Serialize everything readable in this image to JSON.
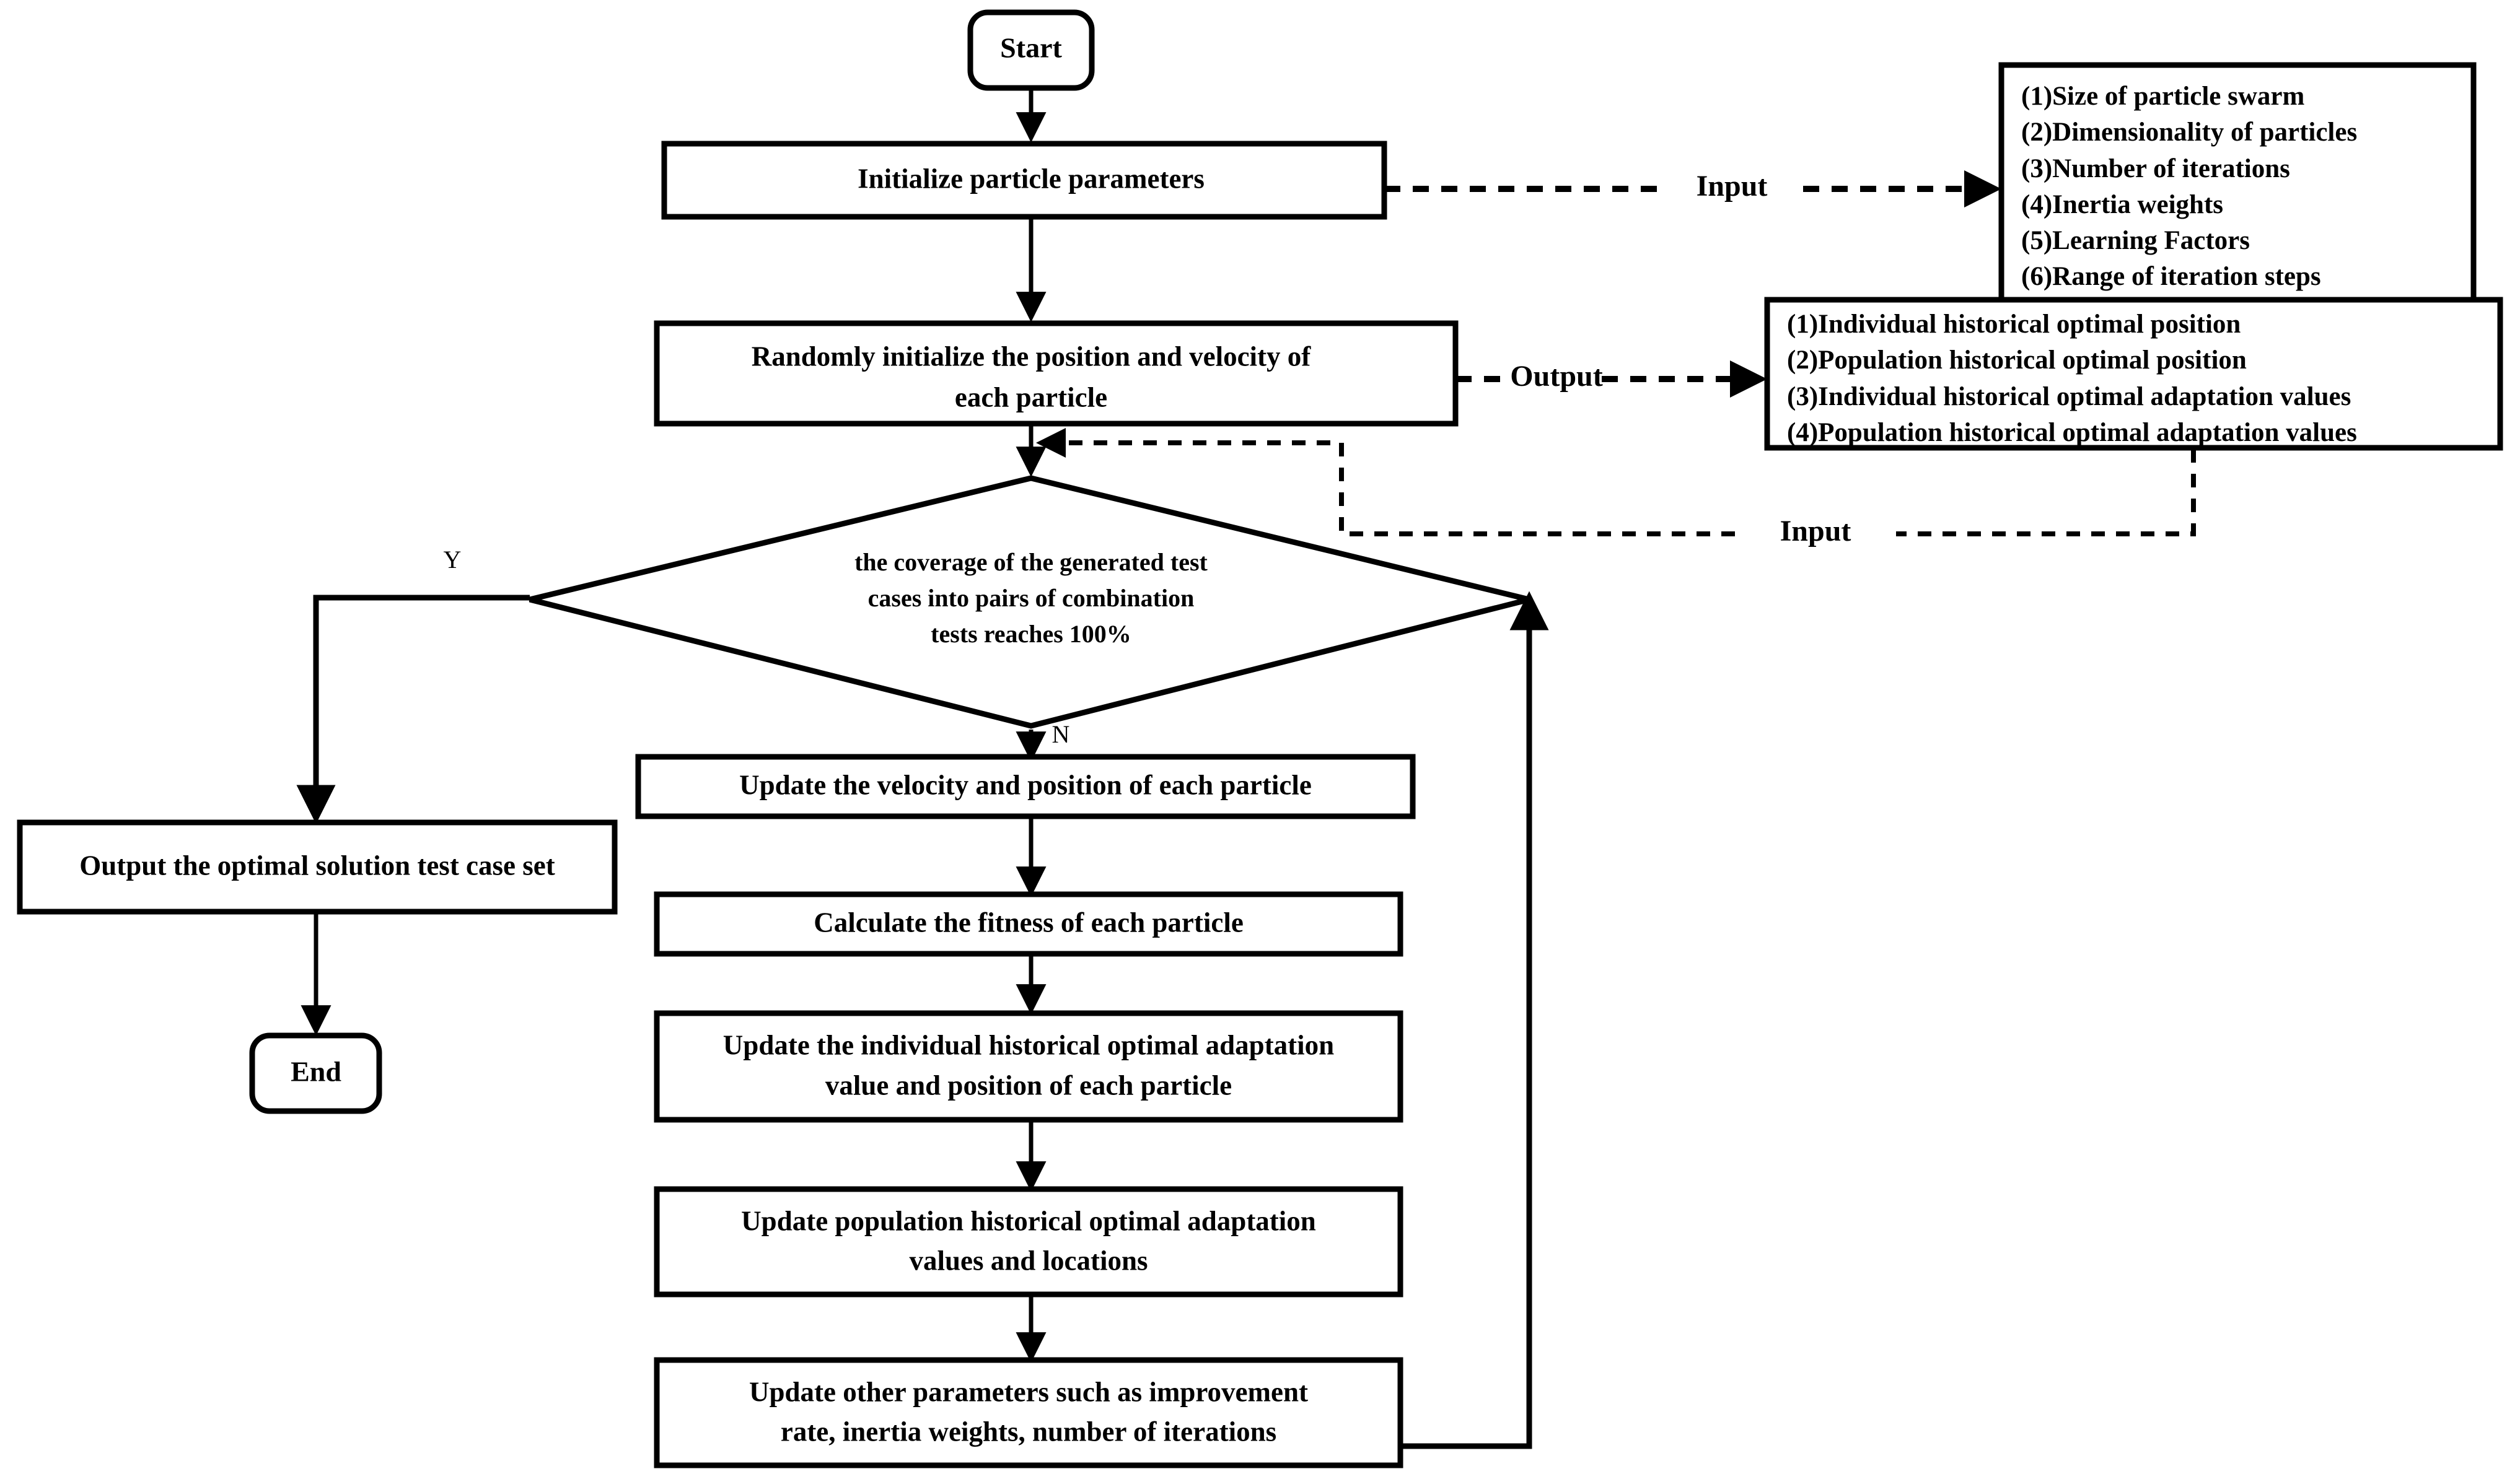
{
  "diagram": {
    "title": "Particle Swarm Optimization test case generation flowchart",
    "colors": {
      "stroke": "#000000",
      "fill": "#ffffff",
      "text": "#000000"
    },
    "nodes": {
      "start": {
        "label": "Start",
        "shape": "terminator"
      },
      "init_params": {
        "label": "Initialize particle parameters",
        "shape": "process"
      },
      "random_init_line1": {
        "label": "Randomly initialize the position and velocity of",
        "shape": "process"
      },
      "random_init_line2": {
        "label": "each particle"
      },
      "decision_line1": {
        "label": "the coverage of the generated test",
        "shape": "decision"
      },
      "decision_line2": {
        "label": "cases into pairs of combination"
      },
      "decision_line3": {
        "label": "tests reaches 100%"
      },
      "update_velocity": {
        "label": "Update the velocity and position of each particle",
        "shape": "process"
      },
      "calc_fitness": {
        "label": "Calculate the fitness of each particle",
        "shape": "process"
      },
      "update_individual_line1": {
        "label": "Update the individual historical optimal adaptation",
        "shape": "process"
      },
      "update_individual_line2": {
        "label": "value and position of each particle"
      },
      "update_population_line1": {
        "label": "Update population historical optimal adaptation",
        "shape": "process"
      },
      "update_population_line2": {
        "label": "values and locations"
      },
      "update_other_line1": {
        "label": "Update other parameters such as improvement",
        "shape": "process"
      },
      "update_other_line2": {
        "label": "rate, inertia weights, number of iterations"
      },
      "output_solution": {
        "label": "Output the optimal solution test case set",
        "shape": "process"
      },
      "end": {
        "label": "End",
        "shape": "terminator"
      }
    },
    "branch_labels": {
      "yes": "Y",
      "no": "N"
    },
    "edge_labels": {
      "input_top": "Input",
      "output_mid": "Output",
      "input_bottom": "Input"
    },
    "input_panel": {
      "items": [
        "(1)Size of particle swarm",
        "(2)Dimensionality of particles",
        "(3)Number of iterations",
        "(4)Inertia weights",
        "(5)Learning Factors",
        "(6)Range of iteration steps"
      ]
    },
    "output_panel": {
      "items": [
        "(1)Individual historical optimal position",
        "(2)Population historical optimal position",
        "(3)Individual historical optimal adaptation values",
        "(4)Population historical optimal adaptation values"
      ]
    }
  }
}
